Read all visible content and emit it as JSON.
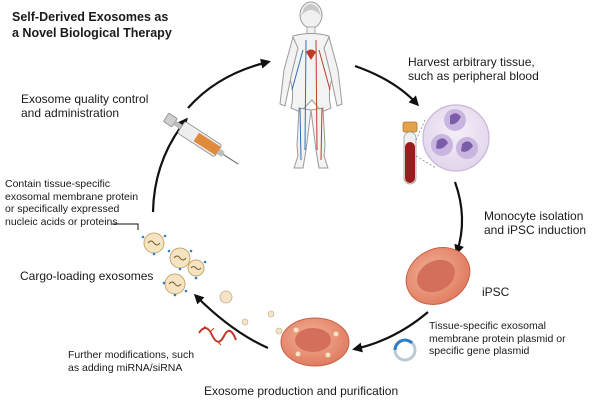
{
  "title": {
    "line1": "Self-Derived Exosomes as",
    "line2": "a Novel Biological Therapy"
  },
  "steps": {
    "harvest": {
      "line1": "Harvest arbitrary tissue,",
      "line2": "such as peripheral blood"
    },
    "monocyte": {
      "line1": "Monocyte isolation",
      "line2": "and iPSC induction"
    },
    "ipsc_label": "iPSC",
    "plasmid": {
      "line1": "Tissue-specific exosomal",
      "line2": "membrane protein plasmid or",
      "line3": "specific gene plasmid"
    },
    "production": "Exosome production and purification",
    "modifications": {
      "line1": "Further modifications, such",
      "line2": "as adding miRNA/siRNA"
    },
    "cargo": "Cargo-loading exosomes",
    "contain": {
      "line1": "Contain tissue-specific",
      "line2": "exosomal membrane protein",
      "line3": "or specifically expressed",
      "line4": "nucleic acids or proteins"
    },
    "quality": {
      "line1": "Exosome quality control",
      "line2": "and administration"
    }
  },
  "icons": [
    "human-body-icon",
    "blood-tube-icon",
    "monocyte-cells-icon",
    "ipsc-cell-icon",
    "plasmid-icon",
    "producing-cell-icon",
    "rna-strand-icon",
    "exosome-icon",
    "syringe-icon"
  ],
  "colors": {
    "cell_fill": "#e8967a",
    "cell_nucleus": "#d4705a",
    "blood": "#9b1c1c",
    "monocyte": "#8a6fb3",
    "exosome": "#f5e4c3",
    "plasmid": "#2f7fc4",
    "syringe_fluid": "#e08a3c",
    "rna": "#c0392b"
  }
}
